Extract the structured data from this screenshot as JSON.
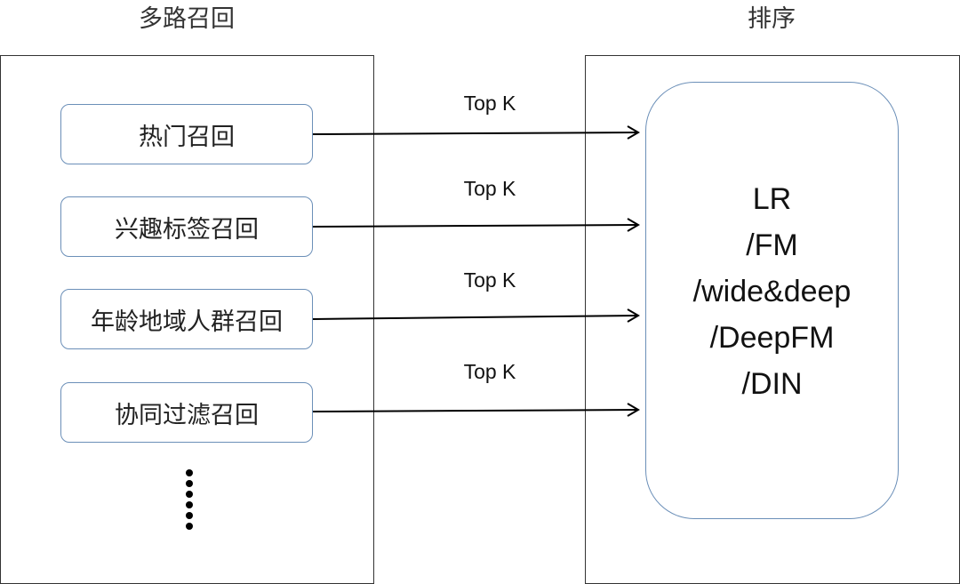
{
  "headings": {
    "recall": "多路召回",
    "ranking": "排序"
  },
  "recall_sources": [
    {
      "label": "热门召回"
    },
    {
      "label": "兴趣标签召回"
    },
    {
      "label": "年龄地域人群召回"
    },
    {
      "label": "协同过滤召回"
    }
  ],
  "edge_labels": [
    "Top K",
    "Top K",
    "Top K",
    "Top K"
  ],
  "models": [
    "LR",
    "/FM",
    "/wide&deep",
    "/DeepFM",
    "/DIN"
  ],
  "colors": {
    "box_border": "#6b8fb8",
    "panel_border": "#333333",
    "arrow": "#000000"
  }
}
